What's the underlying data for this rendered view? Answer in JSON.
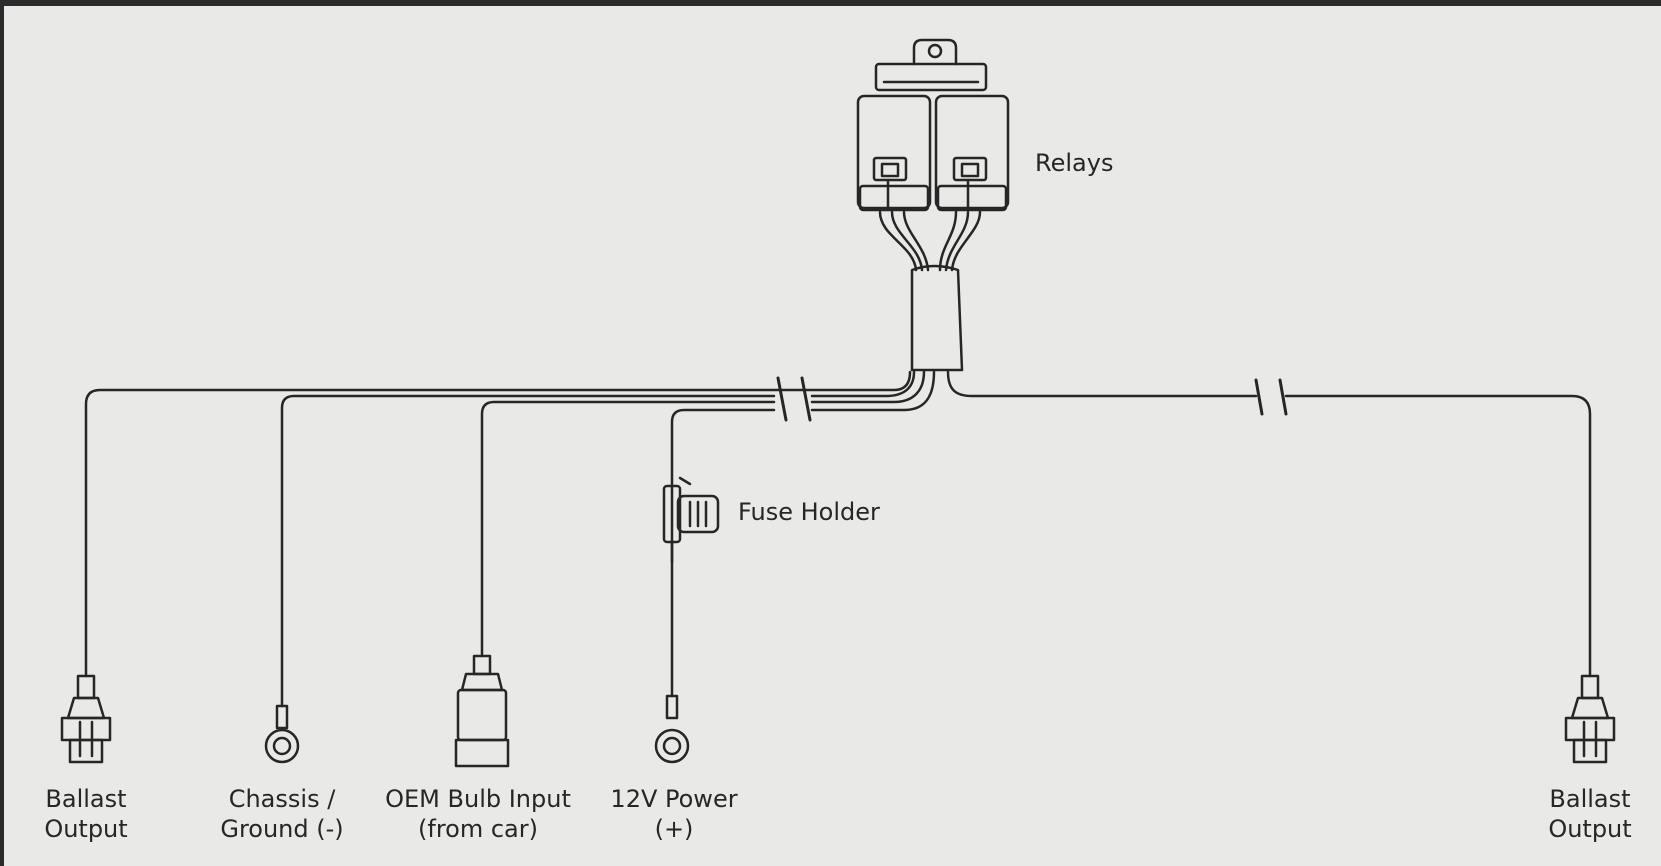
{
  "labels": {
    "relays": "Relays",
    "fuse_holder": "Fuse Holder",
    "ballast_left": [
      "Ballast",
      "Output"
    ],
    "chassis": [
      "Chassis /",
      "Ground (-)"
    ],
    "oem": [
      "OEM Bulb Input",
      "(from car)"
    ],
    "power": [
      "12V Power",
      "(+)"
    ],
    "ballast_right": [
      "Ballast",
      "Output"
    ]
  },
  "colors": {
    "background": "#e9e9e7",
    "line": "#262626",
    "frame": "#2b2b2b"
  }
}
